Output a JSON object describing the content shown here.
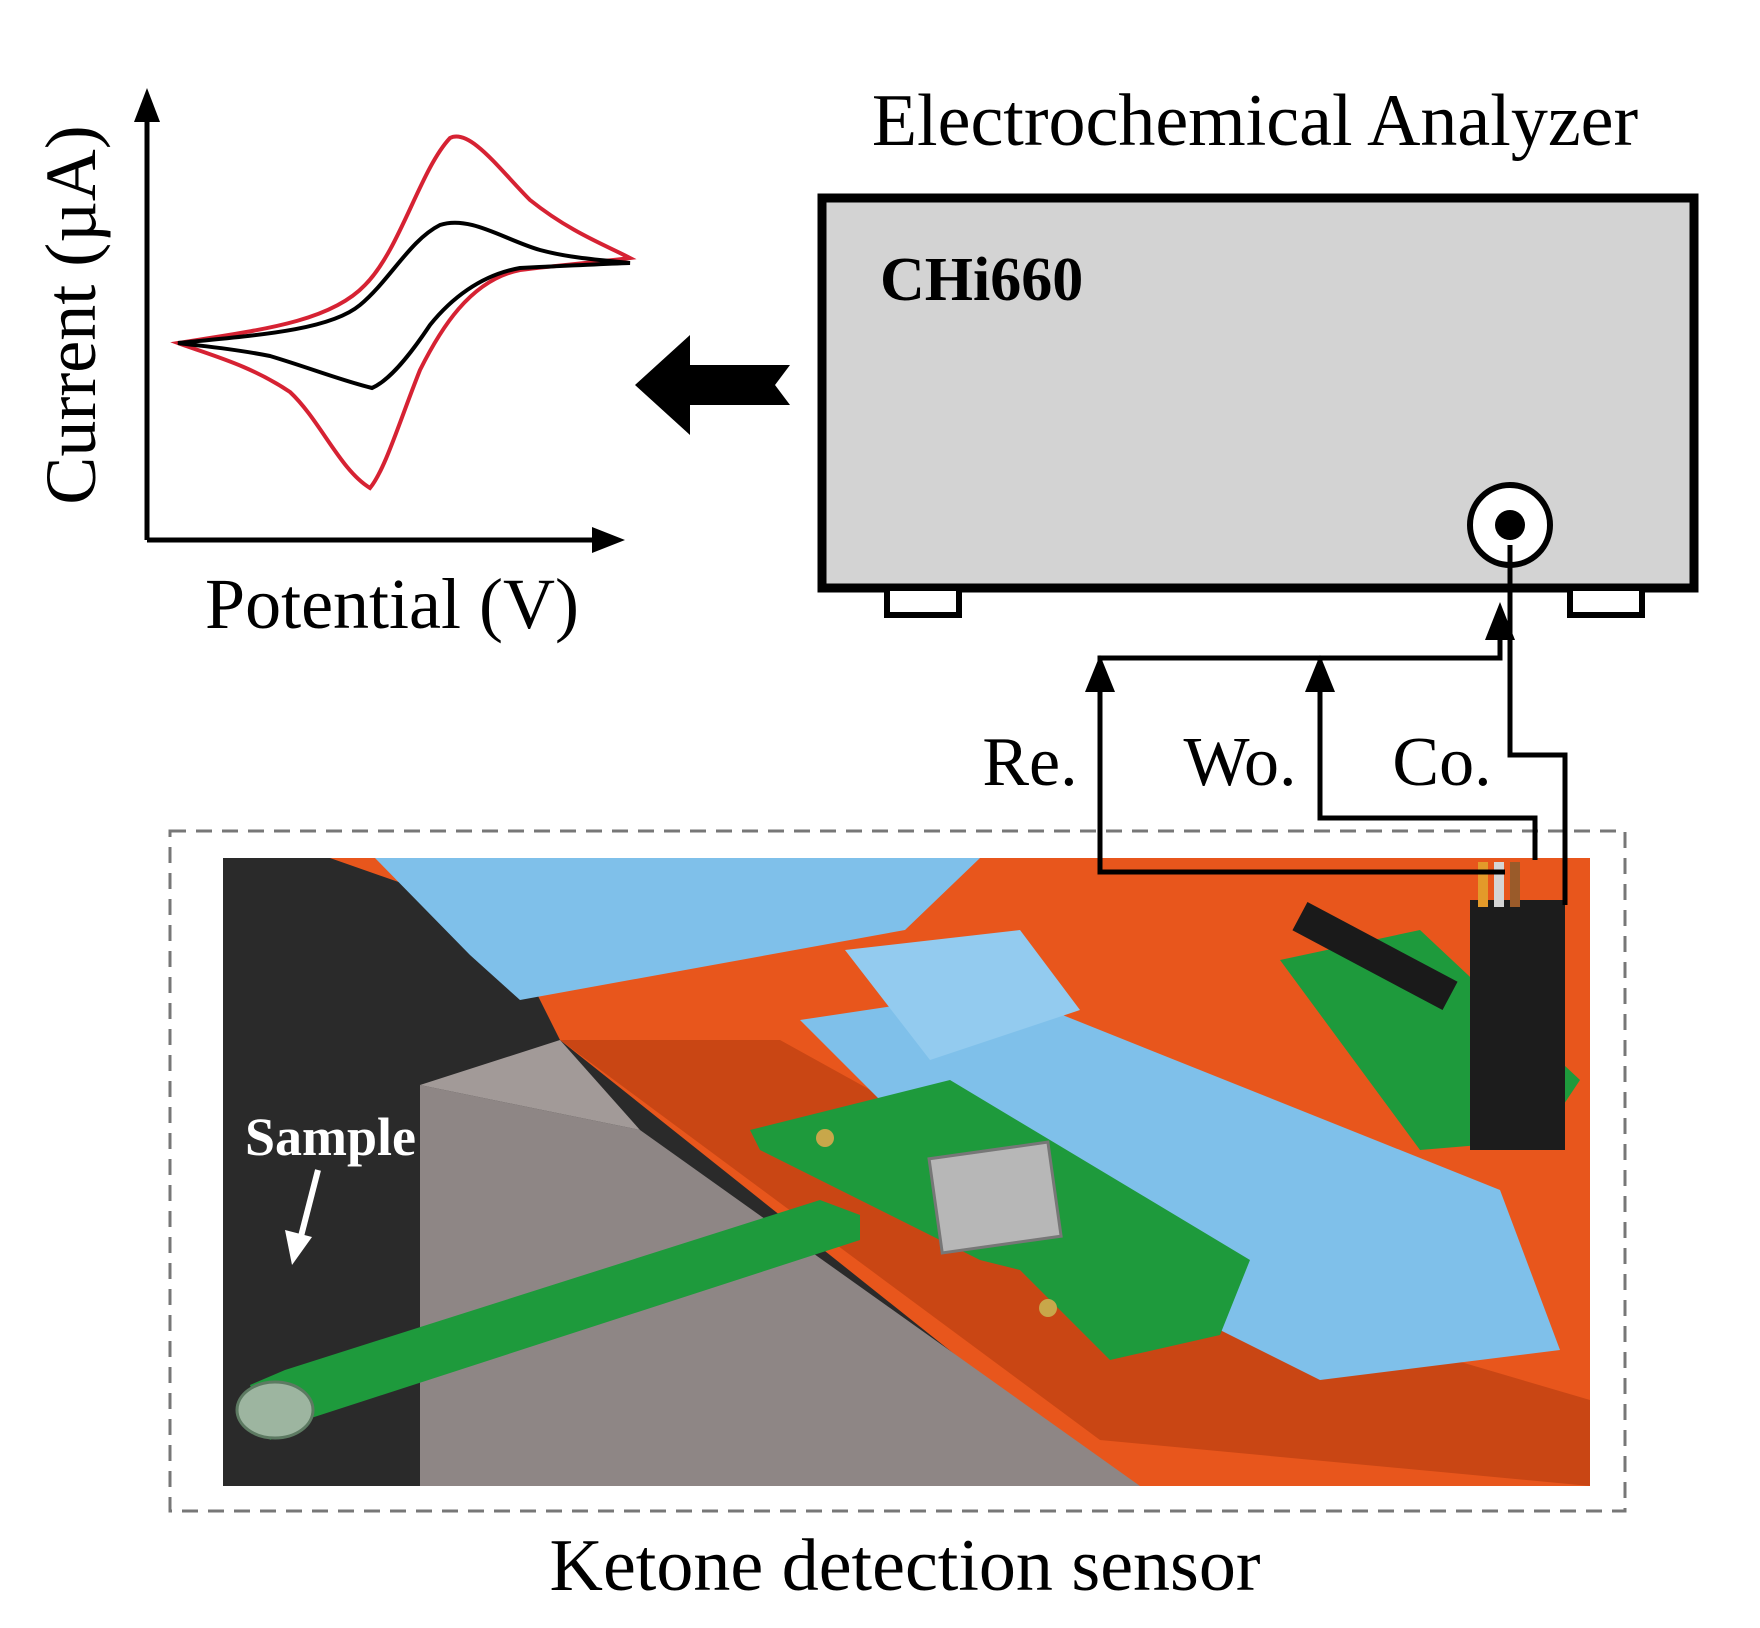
{
  "cv_plot": {
    "y_axis_label": "Current (µA)",
    "x_axis_label": "Potential (V)",
    "curves": [
      {
        "color": "#000000",
        "description": "smaller cyclic voltammogram"
      },
      {
        "color": "#d62233",
        "description": "larger cyclic voltammogram"
      }
    ]
  },
  "analyzer": {
    "title": "Electrochemical Analyzer",
    "model": "CHi660",
    "body_color": "#d3d3d3"
  },
  "electrodes": {
    "reference": "Re.",
    "working": "Wo.",
    "counter": "Co."
  },
  "sensor": {
    "caption": "Ketone detection sensor",
    "sample_label": "Sample",
    "colors": {
      "board": "#1e9a3c",
      "tape": "#7fc0ea",
      "tray": "#e8561c",
      "block": "#8e8685",
      "background": "#2a2a2a"
    }
  },
  "arrow_direction": "analyzer-to-plot"
}
